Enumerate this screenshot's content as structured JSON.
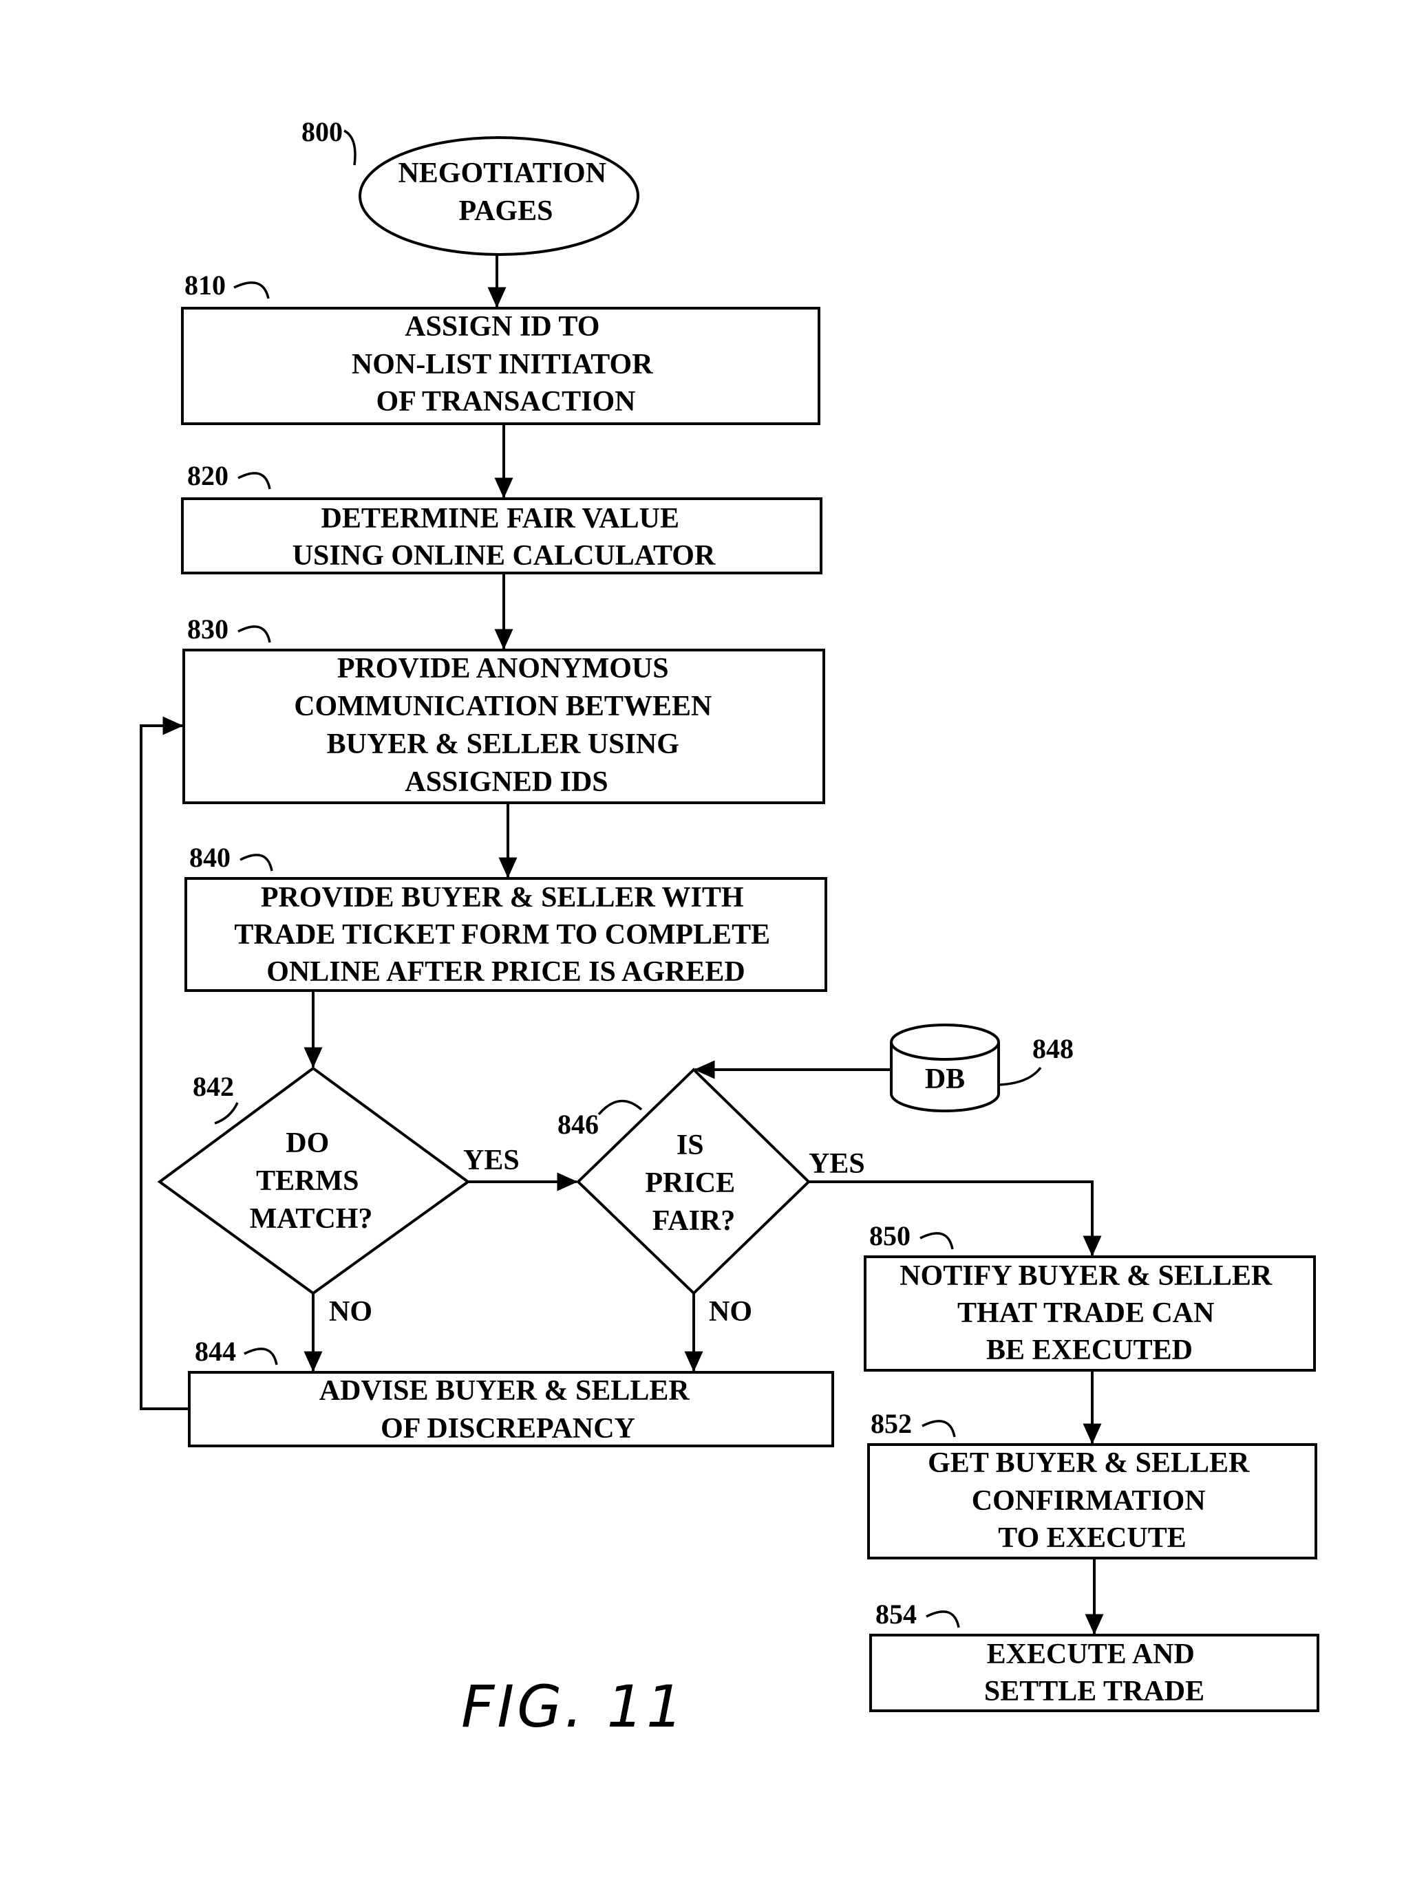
{
  "figure": {
    "caption": "FIG. 11"
  },
  "nodes": {
    "start": {
      "ref": "800",
      "lines": [
        "NEGOTIATION",
        "PAGES"
      ]
    },
    "assign_id": {
      "ref": "810",
      "lines": [
        "ASSIGN ID TO",
        "NON-LIST INITIATOR",
        "OF TRANSACTION"
      ]
    },
    "fair_value": {
      "ref": "820",
      "lines": [
        "DETERMINE FAIR VALUE",
        "USING ONLINE CALCULATOR"
      ]
    },
    "anon_comm": {
      "ref": "830",
      "lines": [
        "PROVIDE ANONYMOUS",
        "COMMUNICATION BETWEEN",
        "BUYER & SELLER USING",
        "ASSIGNED IDS"
      ]
    },
    "trade_ticket": {
      "ref": "840",
      "lines": [
        "PROVIDE BUYER & SELLER WITH",
        "TRADE TICKET FORM TO COMPLETE",
        "ONLINE AFTER PRICE IS AGREED"
      ]
    },
    "terms_match": {
      "ref": "842",
      "lines": [
        "DO",
        "TERMS",
        "MATCH?"
      ]
    },
    "advise": {
      "ref": "844",
      "lines": [
        "ADVISE BUYER & SELLER",
        "OF DISCREPANCY"
      ]
    },
    "price_fair": {
      "ref": "846",
      "lines": [
        "IS",
        "PRICE",
        "FAIR?"
      ]
    },
    "db": {
      "ref": "848",
      "lines": [
        "DB"
      ]
    },
    "notify": {
      "ref": "850",
      "lines": [
        "NOTIFY BUYER & SELLER",
        "THAT TRADE CAN",
        "BE EXECUTED"
      ]
    },
    "confirm": {
      "ref": "852",
      "lines": [
        "GET BUYER & SELLER",
        "CONFIRMATION",
        "TO EXECUTE"
      ]
    },
    "execute": {
      "ref": "854",
      "lines": [
        "EXECUTE AND",
        "SETTLE TRADE"
      ]
    }
  },
  "edge_labels": {
    "terms_yes": "YES",
    "terms_no": "NO",
    "price_yes": "YES",
    "price_no": "NO"
  }
}
